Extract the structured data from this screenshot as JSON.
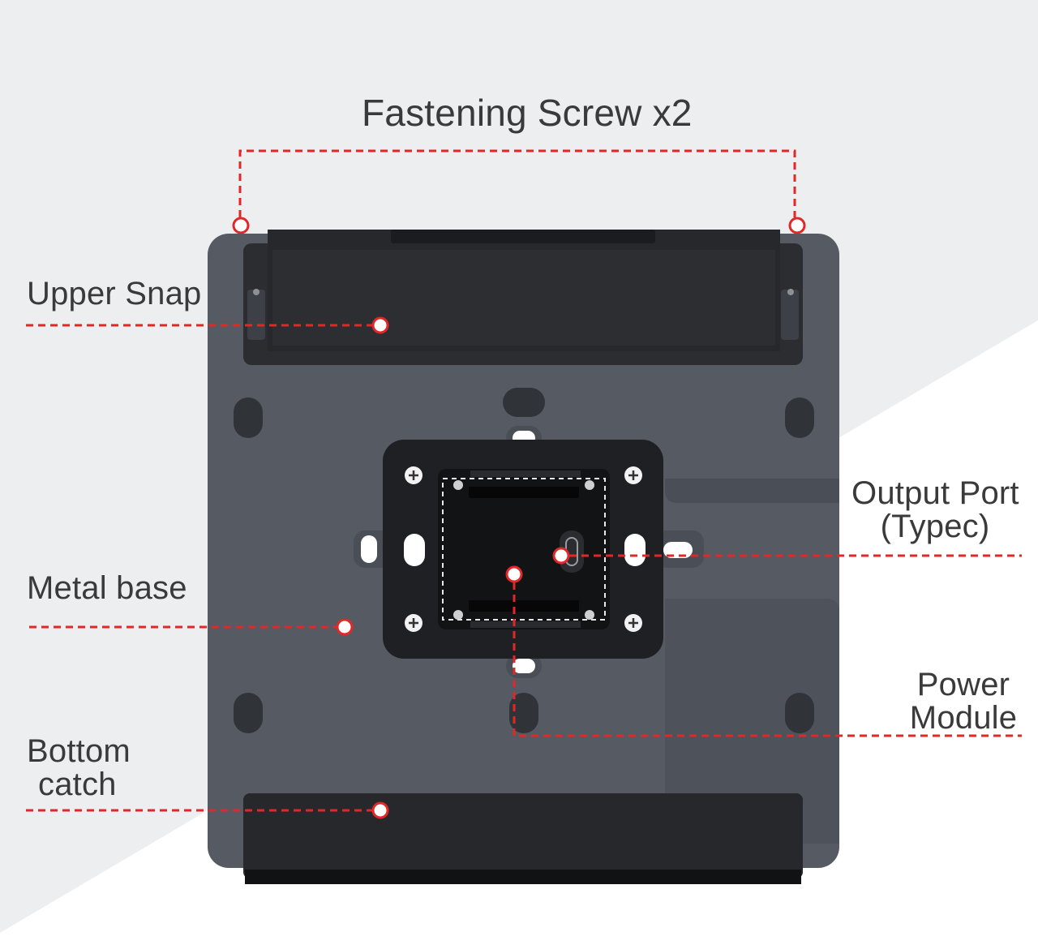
{
  "diagram": {
    "title": "Fastening Screw x2",
    "callouts": {
      "upper_snap": [
        "Upper Snap"
      ],
      "metal_base": [
        "Metal base"
      ],
      "bottom_catch": [
        "Bottom",
        "catch"
      ],
      "output_port": [
        "Output Port",
        "(Typec)"
      ],
      "power_module": [
        "Power",
        "Module"
      ]
    },
    "colors": {
      "background_light": "#eceef0",
      "plate": "#555a63",
      "plate_dark": "#2b2d31",
      "module": "#1e1f22",
      "callout_red": "#e02828"
    }
  }
}
